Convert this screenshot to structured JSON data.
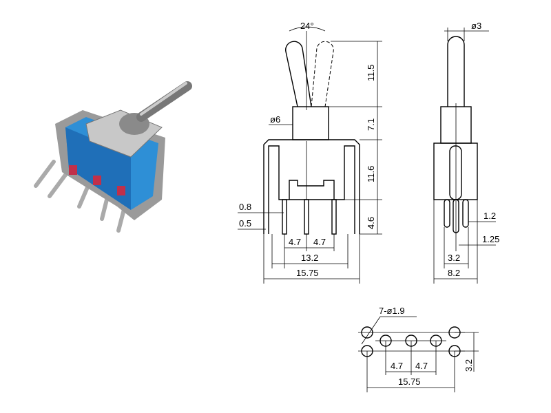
{
  "front_view": {
    "lever_angle": "24°",
    "lever_length": "11.5",
    "bushing_diameter": "ø6",
    "bushing_height": "7.1",
    "body_height": "11.6",
    "pin_length": "4.6",
    "pin_width": "0.8",
    "pin_thickness": "0.5",
    "pin_pitch_left": "4.7",
    "pin_pitch_right": "4.7",
    "outer_pin_span": "13.2",
    "body_width": "15.75"
  },
  "side_view": {
    "lever_diameter": "ø3",
    "pin_width": "1.2",
    "pin_offset": "1.25",
    "pin_row_spacing": "3.2",
    "body_depth": "8.2"
  },
  "footprint": {
    "holes": "7-ø1.9",
    "pitch_left": "4.7",
    "pitch_right": "4.7",
    "row_spacing": "3.2",
    "overall_width": "15.75"
  }
}
